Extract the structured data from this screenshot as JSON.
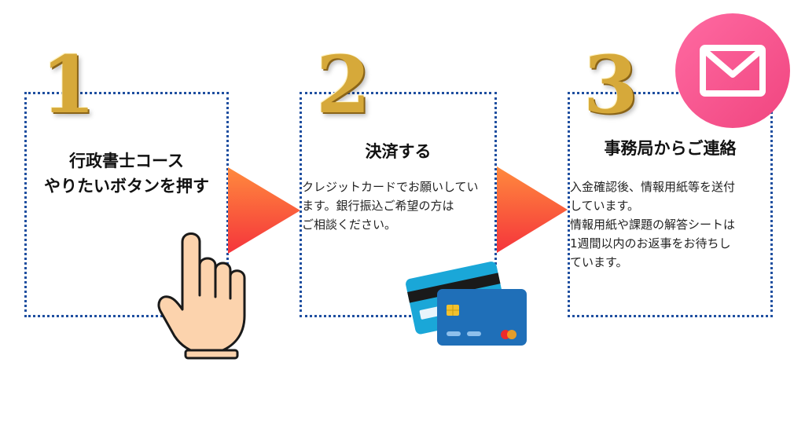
{
  "steps": [
    {
      "number": "1",
      "title_lines": [
        "行政書士コース",
        "やりたいボタンを押す"
      ],
      "body_lines": []
    },
    {
      "number": "2",
      "title_lines": [
        "決済する"
      ],
      "body_lines": [
        "クレジットカードでお願いしてい",
        "ます。銀行振込ご希望の方は",
        "ご相談ください。"
      ]
    },
    {
      "number": "3",
      "title_lines": [
        "事務局からご連絡"
      ],
      "body_lines": [
        "入金確認後、情報用紙等を送付",
        "しています。",
        "情報用紙や課題の解答シートは",
        "1週間以内のお返事をお待ちし",
        "ています。"
      ]
    }
  ],
  "colors": {
    "border": "#1f4fa0",
    "gold": "#d6a93a",
    "arrow_top": "#ff8a3d",
    "arrow_bottom": "#f5343c",
    "mail_circle_top": "#ff6aa2",
    "mail_circle_bottom": "#f0457f",
    "card_back": "#1aa7d8",
    "card_front": "#1f6fb8"
  },
  "icons": [
    "pointing-hand-icon",
    "credit-card-icon",
    "mail-icon",
    "arrow-right-icon"
  ]
}
